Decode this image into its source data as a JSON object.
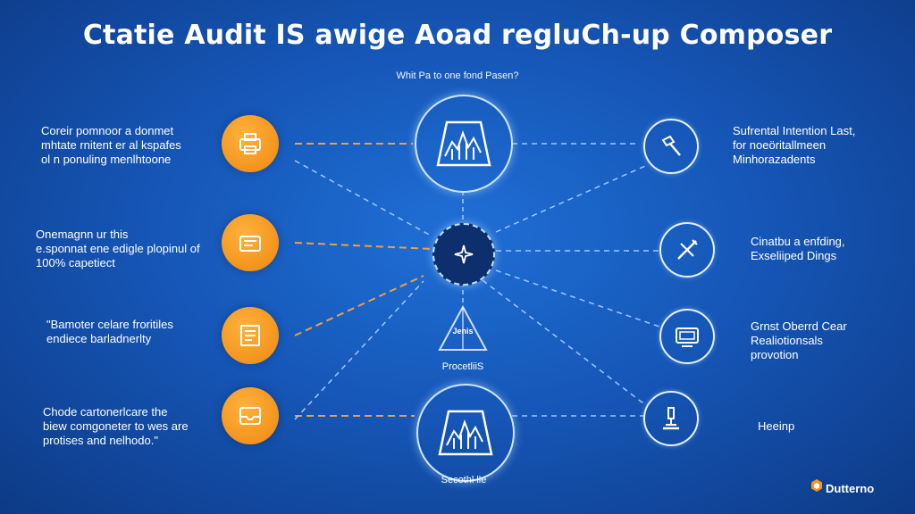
{
  "title": "Ctatie Audit IS awige Aoad regluCh-up Composer",
  "subtitle": "Whit Pa to one fond Pasen?",
  "left_items": [
    {
      "text": "Coreir pomnoor a donmet\nmhtate rnitent er al kspafes\nol n ponuling menlhtoone",
      "icon": "printer-icon"
    },
    {
      "text": "Onemagnn ur this\ne.sponnat ene edigle plopinul of\n100% capetiect",
      "icon": "tray-icon"
    },
    {
      "text": "\"Bamoter celare froritiles\nendiece barladnerlty",
      "icon": "document-icon"
    },
    {
      "text": "Chode cartonerlcare the\nbiew comgoneter to wes are\nprotises and nelhodo.\"",
      "icon": "inbox-icon"
    }
  ],
  "center_nodes": [
    {
      "icon": "chart-frame-icon",
      "caption": ""
    },
    {
      "icon": "sparkle-icon",
      "caption": ""
    },
    {
      "icon": "tent-icon",
      "caption": "ProcetliiS",
      "inner_label": "Jenis"
    },
    {
      "icon": "chart-frame-icon",
      "caption": "Secothl lle"
    }
  ],
  "right_items": [
    {
      "text": "Sufrental Intention Last,\nfor noeöritallmeen\nMinhorazadents",
      "icon": "hammer-icon"
    },
    {
      "text": "Cinatbu a enfding,\nExseliiped Dings",
      "icon": "pen-cross-icon"
    },
    {
      "text": "Grnst Oberrd Cear\nRealiotionsals\nprovotion",
      "icon": "monitor-icon"
    },
    {
      "text": "Heeinp",
      "icon": "microscope-icon"
    }
  ],
  "brand": {
    "name": "Dutterno",
    "icon": "hexagon-logo-icon"
  },
  "colors": {
    "background": "#1657b8",
    "accent_orange": "#f3941c",
    "ring_glow": "#cfe7ff",
    "dashed_orange": "#f0a040",
    "dashed_blue": "#9fc8ff"
  }
}
